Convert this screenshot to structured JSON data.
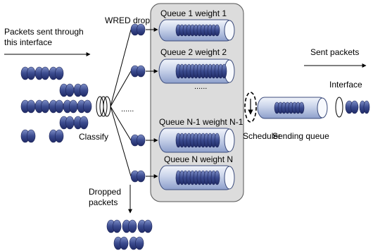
{
  "labels": {
    "packets_in_line1": "Packets sent through",
    "packets_in_line2": "this interface",
    "wred_drop": "WRED drop",
    "classify": "Classify",
    "dropped_line1": "Dropped",
    "dropped_line2": "packets",
    "ellipsis_left": "......",
    "ellipsis_mid": "......",
    "scheduler": "Scheduler",
    "sending_queue": "Sending queue",
    "sent_packets": "Sent packets",
    "interface": "Interface"
  },
  "queues": [
    {
      "label": "Queue 1  weight 1"
    },
    {
      "label": "Queue 2  weight 2"
    },
    {
      "label": "Queue N-1  weight N-1"
    },
    {
      "label": "Queue N   weight N"
    }
  ],
  "colors": {
    "packet_fill": "#3a4a8c",
    "packet_face": "#2a3570",
    "pipe_light": "#dde4f2",
    "pipe_mid": "#9fb0d6",
    "panel_fill": "#dcdcdc",
    "panel_stroke": "#555555"
  }
}
